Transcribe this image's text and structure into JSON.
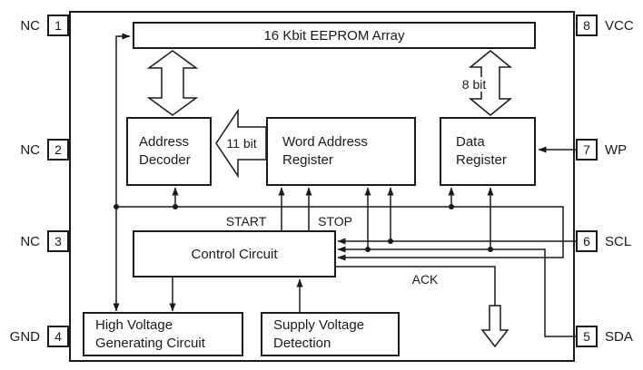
{
  "colors": {
    "ink": "#1a1a1a",
    "background": "#ffffff"
  },
  "blocks": {
    "eeprom_array": {
      "label": "16 Kbit EEPROM Array"
    },
    "address_decoder": {
      "lines": [
        "Address",
        "Decoder"
      ]
    },
    "word_address_register": {
      "lines": [
        "Word Address",
        "Register"
      ]
    },
    "data_register": {
      "lines": [
        "Data",
        "Register"
      ]
    },
    "control_circuit": {
      "label": "Control Circuit"
    },
    "high_voltage_generating_circuit": {
      "lines": [
        "High Voltage",
        "Generating Circuit"
      ]
    },
    "supply_voltage_detection": {
      "lines": [
        "Supply Voltage",
        "Detection"
      ]
    }
  },
  "pins": {
    "left": [
      {
        "number": "1",
        "label": "NC"
      },
      {
        "number": "2",
        "label": "NC"
      },
      {
        "number": "3",
        "label": "NC"
      },
      {
        "number": "4",
        "label": "GND"
      }
    ],
    "right": [
      {
        "number": "8",
        "label": "VCC"
      },
      {
        "number": "7",
        "label": "WP"
      },
      {
        "number": "6",
        "label": "SCL"
      },
      {
        "number": "5",
        "label": "SDA"
      }
    ]
  },
  "signals": {
    "start": "START",
    "stop": "STOP",
    "ack": "ACK",
    "bus_8bit": "8 bit",
    "bus_11bit": "11 bit"
  }
}
